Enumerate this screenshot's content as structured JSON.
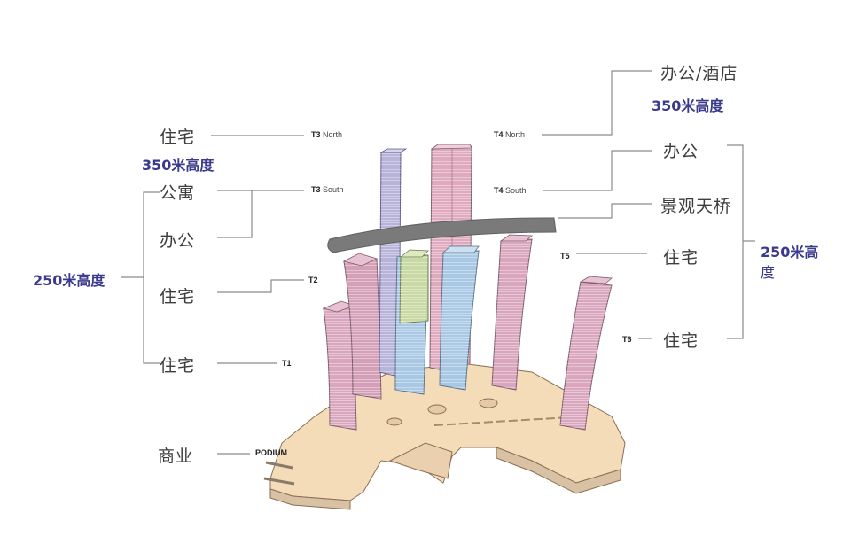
{
  "diagram": {
    "subject": "Tower composition diagram",
    "colors": {
      "residential": "#d9a6bd",
      "apartment_tower": "#b7b3d9",
      "office": "#a9c8e3",
      "hotel_green": "#c8d9a3",
      "skybridge": "#7a7a7a",
      "podium": "#f5dcb8",
      "height_label": "#3b3a8c",
      "line": "#888888"
    },
    "left": {
      "height_350": "350米高度",
      "height_250": "250米高度",
      "items": [
        {
          "function": "住宅",
          "tower": "T3",
          "tower_sub": "North"
        },
        {
          "function": "公寓",
          "tower": "T3",
          "tower_sub": "South"
        },
        {
          "function": "办公",
          "tower": "",
          "tower_sub": ""
        },
        {
          "function": "住宅",
          "tower": "T2",
          "tower_sub": ""
        },
        {
          "function": "住宅",
          "tower": "T1",
          "tower_sub": ""
        },
        {
          "function": "商业",
          "tower": "PODIUM",
          "tower_sub": ""
        }
      ]
    },
    "right": {
      "height_350": "350米高度",
      "height_250_line1": "250米高",
      "height_250_line2": "度",
      "items": [
        {
          "function": "办公/酒店",
          "tower": "T4",
          "tower_sub": "North"
        },
        {
          "function": "办公",
          "tower": "T4",
          "tower_sub": "South"
        },
        {
          "function": "景观天桥",
          "tower": "",
          "tower_sub": ""
        },
        {
          "function": "住宅",
          "tower": "T5",
          "tower_sub": ""
        },
        {
          "function": "住宅",
          "tower": "T6",
          "tower_sub": ""
        }
      ]
    }
  }
}
